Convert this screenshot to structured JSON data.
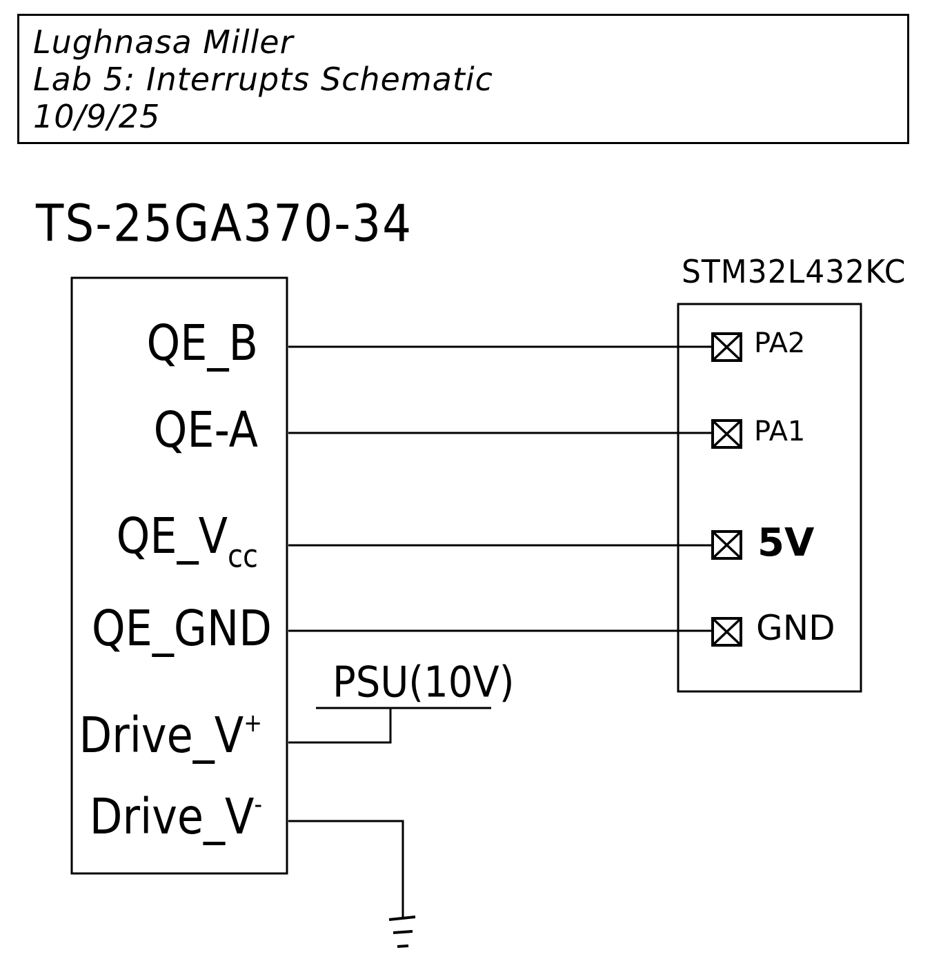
{
  "header": {
    "name": "Lughnasa Miller",
    "lab": "Lab 5: Interrupts Schematic",
    "date": "10/9/25"
  },
  "motor": {
    "part_number": "TS-25GA370-34",
    "pins": [
      "QE_B",
      "QE-A",
      "QE_V",
      "QE_GND",
      "Drive_V",
      "Drive_V"
    ],
    "vcc_subscript": "cc",
    "drive_plus_sup": "+",
    "drive_minus_sup": "-"
  },
  "mcu": {
    "part_number": "STM32L432KC",
    "pins": [
      "PA2",
      "PA1",
      "5V",
      "GND"
    ]
  },
  "psu": {
    "label": "PSU(10V)"
  }
}
